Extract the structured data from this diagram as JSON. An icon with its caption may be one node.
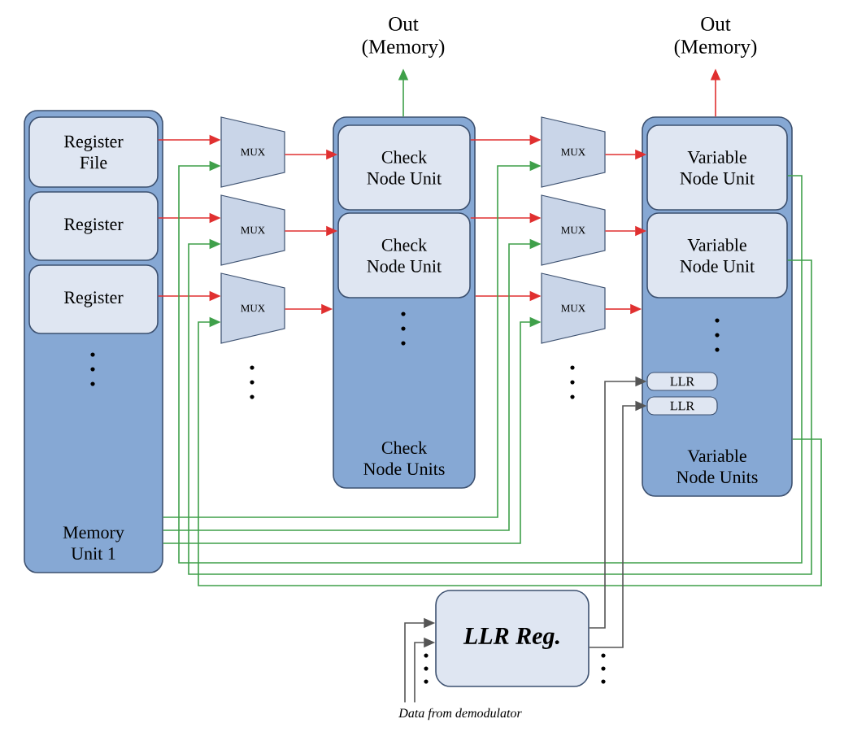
{
  "diagram": {
    "nodes": [
      {
        "text": [
          "Memory Unit 1"
        ]
      },
      {
        "text": [
          "Register File"
        ],
        "in": 0
      },
      {
        "text": [
          "Register"
        ],
        "in": 0
      },
      {
        "text": [
          "Register"
        ],
        "in": 0
      },
      {
        "text": [
          "MUX"
        ]
      },
      {
        "text": [
          "MUX"
        ]
      },
      {
        "text": [
          "MUX"
        ]
      },
      {
        "text": [
          "Check Node Units"
        ]
      },
      {
        "text": [
          "Check Node Unit"
        ],
        "in": 7
      },
      {
        "text": [
          "Check Node Unit"
        ],
        "in": 7
      },
      {
        "text": [
          "MUX"
        ]
      },
      {
        "text": [
          "MUX"
        ]
      },
      {
        "text": [
          "MUX"
        ]
      },
      {
        "text": [
          "Variable Node Units"
        ]
      },
      {
        "text": [
          "Variable Node Unit"
        ],
        "in": 13
      },
      {
        "text": [
          "Variable Node Unit"
        ],
        "in": 13
      },
      {
        "text": [
          "LLR"
        ],
        "in": 13
      },
      {
        "text": [
          "LLR"
        ],
        "in": 13
      },
      {
        "text": [
          "LLR Reg."
        ]
      },
      {
        "text": [
          "Out (Memory)"
        ]
      },
      {
        "text": [
          "Out (Memory)"
        ]
      },
      {
        "text": [
          "Data from demodulator"
        ]
      }
    ],
    "edges": [
      {
        "from": 1,
        "to": 4,
        "arrow": "to"
      },
      {
        "from": 2,
        "to": 5,
        "arrow": "to"
      },
      {
        "from": 3,
        "to": 6,
        "arrow": "to"
      },
      {
        "from": 4,
        "to": 8,
        "arrow": "to"
      },
      {
        "from": 5,
        "to": 9,
        "arrow": "to"
      },
      {
        "from": 6,
        "to": 7,
        "arrow": "to"
      },
      {
        "from": 8,
        "to": 10,
        "arrow": "to"
      },
      {
        "from": 9,
        "to": 11,
        "arrow": "to"
      },
      {
        "from": 7,
        "to": 12,
        "arrow": "to"
      },
      {
        "from": 10,
        "to": 14,
        "arrow": "to"
      },
      {
        "from": 11,
        "to": 15,
        "arrow": "to"
      },
      {
        "from": 12,
        "to": 13,
        "arrow": "to"
      },
      {
        "from": 7,
        "to": 19,
        "arrow": "to",
        "color": "#3fa04a"
      },
      {
        "from": 13,
        "to": 20,
        "arrow": "to"
      },
      {
        "from": 14,
        "to": 4,
        "arrow": "to",
        "color": "#3fa04a"
      },
      {
        "from": 15,
        "to": 5,
        "arrow": "to",
        "color": "#3fa04a"
      },
      {
        "from": 13,
        "to": 6,
        "arrow": "to",
        "color": "#3fa04a"
      },
      {
        "from": 0,
        "to": 10,
        "arrow": "to",
        "color": "#3fa04a"
      },
      {
        "from": 0,
        "to": 11,
        "arrow": "to",
        "color": "#3fa04a"
      },
      {
        "from": 0,
        "to": 12,
        "arrow": "to",
        "color": "#3fa04a"
      },
      {
        "from": 18,
        "to": 16,
        "arrow": "to",
        "color": "#555555"
      },
      {
        "from": 18,
        "to": 17,
        "arrow": "to",
        "color": "#555555"
      },
      {
        "from": 21,
        "to": 18,
        "arrow": "to",
        "color": "#555555"
      },
      {
        "from": 21,
        "to": 18,
        "arrow": "to",
        "color": "#555555"
      }
    ]
  }
}
